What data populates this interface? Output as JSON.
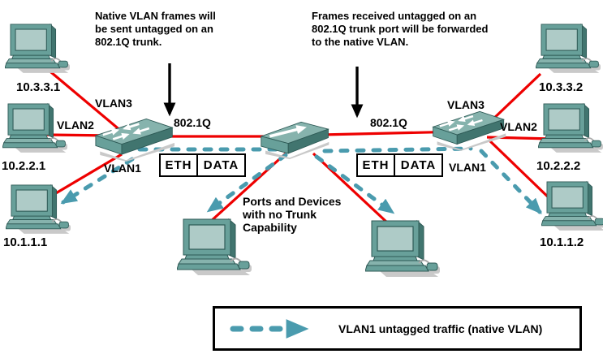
{
  "colors": {
    "link_red": "#ee0000",
    "vlan1_teal": "#4a9bae",
    "device_fill": "#68a09a",
    "device_top": "#86b3ad",
    "device_side": "#41756f",
    "screen_fill": "#aecbc7",
    "outline_dark": "#2e5a56",
    "shadow_gray": "#c9c9c9"
  },
  "annotations": {
    "native_note": "Native VLAN frames will\nbe sent untagged on an\n802.1Q trunk.",
    "forward_note": "Frames received untagged on an\n802.1Q trunk port will be forwarded\nto the native VLAN.",
    "no_trunk_note": "Ports and Devices\nwith no Trunk\nCapability"
  },
  "left_segment": {
    "vlan3_label": "VLAN3",
    "vlan2_label": "VLAN2",
    "vlan1_label": "VLAN1",
    "trunk_label": "802.1Q",
    "host_top_ip": "10.3.3.1",
    "host_mid_ip": "10.2.2.1",
    "host_bottom_ip": "10.1.1.1"
  },
  "right_segment": {
    "vlan3_label": "VLAN3",
    "vlan2_label": "VLAN2",
    "vlan1_label": "VLAN1",
    "trunk_label": "802.1Q",
    "host_top_ip": "10.3.3.2",
    "host_mid_ip": "10.2.2.2",
    "host_bottom_ip": "10.1.1.2"
  },
  "frame_tag": {
    "eth": "ETH",
    "data": "DATA"
  },
  "legend": {
    "label": "VLAN1 untagged traffic (native VLAN)"
  }
}
